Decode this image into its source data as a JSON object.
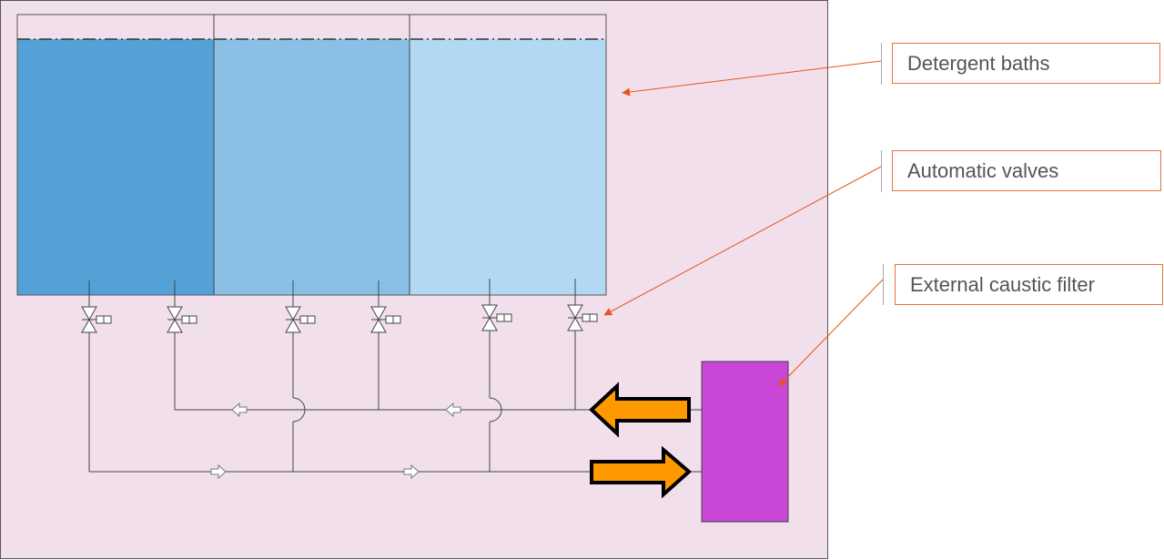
{
  "labels": {
    "baths": "Detergent baths",
    "valves": "Automatic valves",
    "filter": "External caustic filter"
  },
  "colors": {
    "background": "#f1e0ec",
    "bath1": "#54a1d8",
    "bath2": "#8bc0e6",
    "bath3": "#b3d8f3",
    "filter": "#c946d6",
    "flow_arrow": "#ff9900",
    "callout": "#e8541a"
  }
}
